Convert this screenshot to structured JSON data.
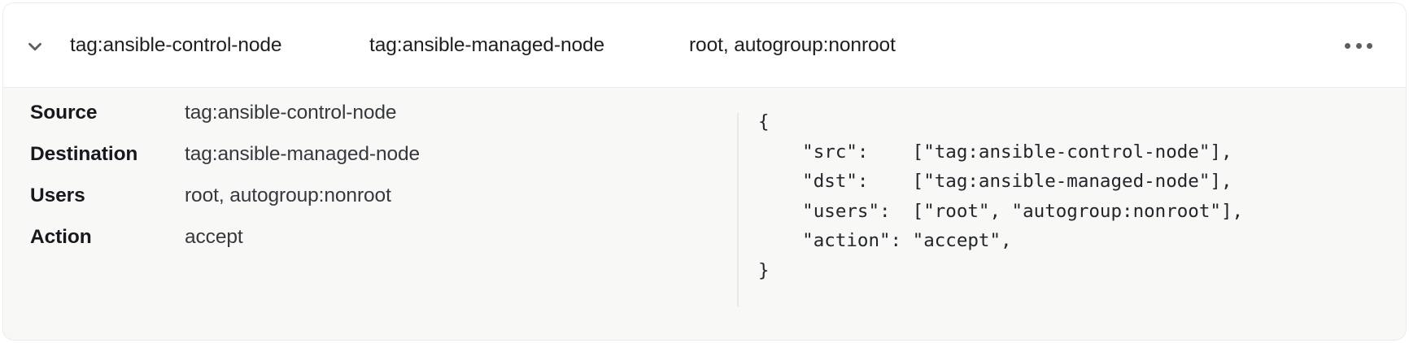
{
  "card": {
    "header": {
      "expand_icon": "chevron-down-icon",
      "columns": [
        "tag:ansible-control-node",
        "tag:ansible-managed-node",
        "root, autogroup:nonroot"
      ],
      "more_icon": "ellipsis-icon"
    },
    "details": {
      "rows": [
        {
          "label": "Source",
          "value": "tag:ansible-control-node"
        },
        {
          "label": "Destination",
          "value": "tag:ansible-managed-node"
        },
        {
          "label": "Users",
          "value": "root, autogroup:nonroot"
        },
        {
          "label": "Action",
          "value": "accept"
        }
      ]
    },
    "code": {
      "language": "json",
      "text": "{\n    \"src\":    [\"tag:ansible-control-node\"],\n    \"dst\":    [\"tag:ansible-managed-node\"],\n    \"users\":  [\"root\", \"autogroup:nonroot\"],\n    \"action\": \"accept\",\n}"
    }
  },
  "colors": {
    "card_background": "#ffffff",
    "body_background": "#f8f8f6",
    "divider": "#e9e9e5",
    "text_primary": "#16181d",
    "text_secondary": "#35383d",
    "icon": "#5e5e5e"
  }
}
